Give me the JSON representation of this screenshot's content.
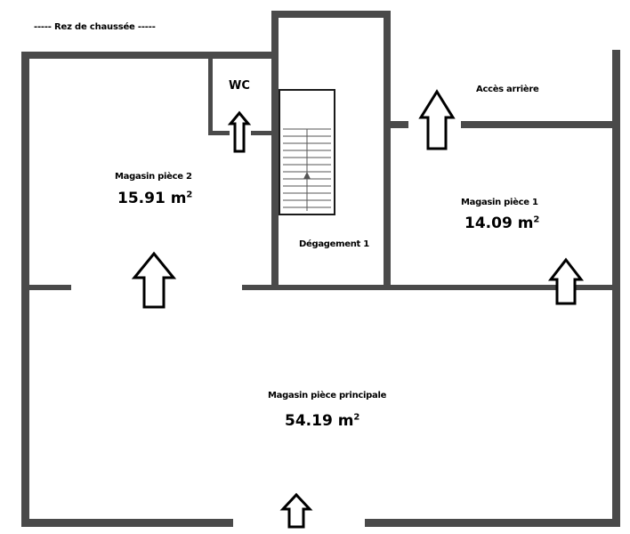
{
  "title": "----- Rez de chaussée -----",
  "rooms": {
    "wc": {
      "label": "WC"
    },
    "magasin_piece_2": {
      "label": "Magasin pièce 2",
      "area": "15.91 m",
      "area_unit_sup": "2"
    },
    "magasin_piece_1": {
      "label": "Magasin pièce 1",
      "area": "14.09 m",
      "area_unit_sup": "2"
    },
    "degagement_1": {
      "label": "Dégagement 1"
    },
    "magasin_piece_principale": {
      "label": "Magasin pièce principale",
      "area": "54.19 m",
      "area_unit_sup": "2"
    }
  },
  "acces_arriere": {
    "label": "Accès arrière"
  },
  "colors": {
    "wall": "#4a4a4a",
    "arrow_fill": "#ffffff",
    "arrow_stroke": "#000000",
    "background": "#ffffff"
  },
  "icons": [
    "up-arrow-icon",
    "staircase-icon"
  ]
}
